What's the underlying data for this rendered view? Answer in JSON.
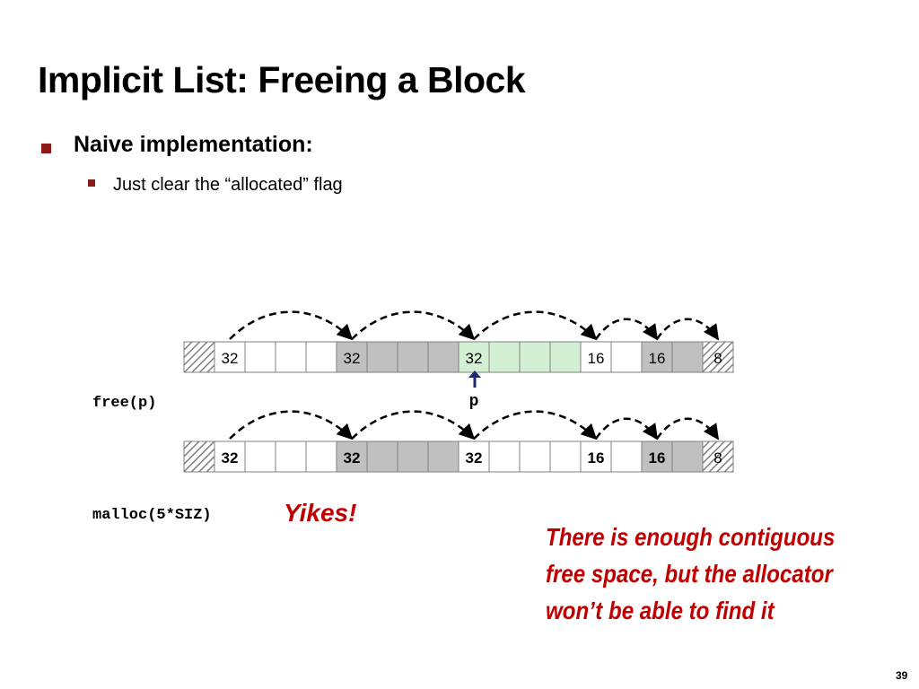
{
  "slide": {
    "title": "Implicit List: Freeing a Block",
    "bullets": [
      {
        "text": "Naive implementation:",
        "level": 1
      },
      {
        "text": "Just clear the “allocated” flag",
        "level": 2
      }
    ],
    "code_free": "free(p)",
    "code_malloc": "malloc(5*SIZ)",
    "pointer_label": "p",
    "yikes": "Yikes!",
    "note": "There is enough contiguous free space, but the allocator won’t be able to find it",
    "page_number": "39",
    "colors": {
      "title": "#000000",
      "bullet": "#8b1a1a",
      "allocated": "#c0c0c0",
      "free": "#ffffff",
      "highlight": "#d4f0d4",
      "emphasis": "#c00000",
      "pointer": "#1f2a6e"
    }
  },
  "heap_before": {
    "blocks": [
      {
        "header": "32",
        "words": 4,
        "state": "free"
      },
      {
        "header": "32",
        "words": 4,
        "state": "allocated"
      },
      {
        "header": "32",
        "words": 4,
        "state": "highlight"
      },
      {
        "header": "16",
        "words": 2,
        "state": "free"
      },
      {
        "header": "16",
        "words": 2,
        "state": "allocated"
      }
    ],
    "sentinel": "8",
    "header_bold": false
  },
  "heap_after": {
    "blocks": [
      {
        "header": "32",
        "words": 4,
        "state": "free"
      },
      {
        "header": "32",
        "words": 4,
        "state": "allocated"
      },
      {
        "header": "32",
        "words": 4,
        "state": "free"
      },
      {
        "header": "16",
        "words": 2,
        "state": "free"
      },
      {
        "header": "16",
        "words": 2,
        "state": "allocated"
      }
    ],
    "sentinel": "8",
    "header_bold": true
  }
}
